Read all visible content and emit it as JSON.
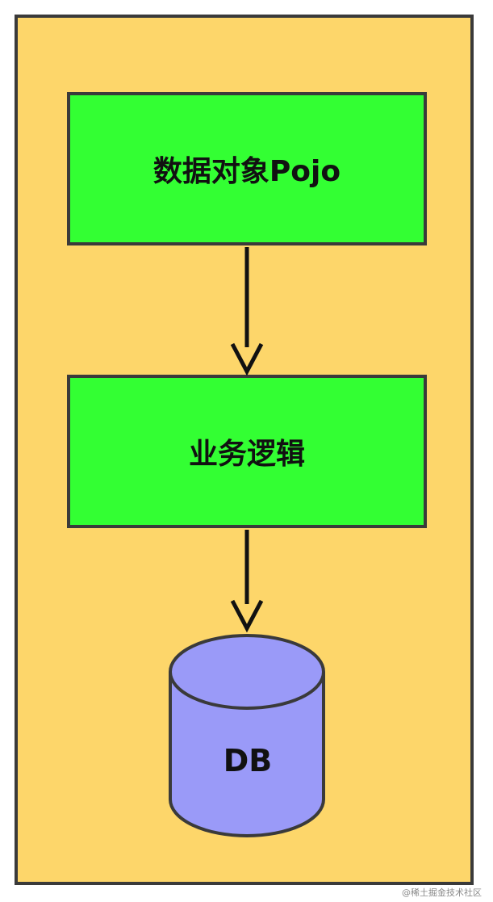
{
  "colors": {
    "background": "#fdd66a",
    "box_fill": "#33ff33",
    "db_fill": "#9a9af8",
    "stroke": "#3a3a3a"
  },
  "diagram": {
    "nodes": [
      {
        "id": "pojo",
        "label": "数据对象Pojo",
        "shape": "rectangle"
      },
      {
        "id": "logic",
        "label": "业务逻辑",
        "shape": "rectangle"
      },
      {
        "id": "db",
        "label": "DB",
        "shape": "cylinder"
      }
    ],
    "edges": [
      {
        "from": "pojo",
        "to": "logic"
      },
      {
        "from": "logic",
        "to": "db"
      }
    ]
  },
  "watermark": "@稀土掘金技术社区"
}
